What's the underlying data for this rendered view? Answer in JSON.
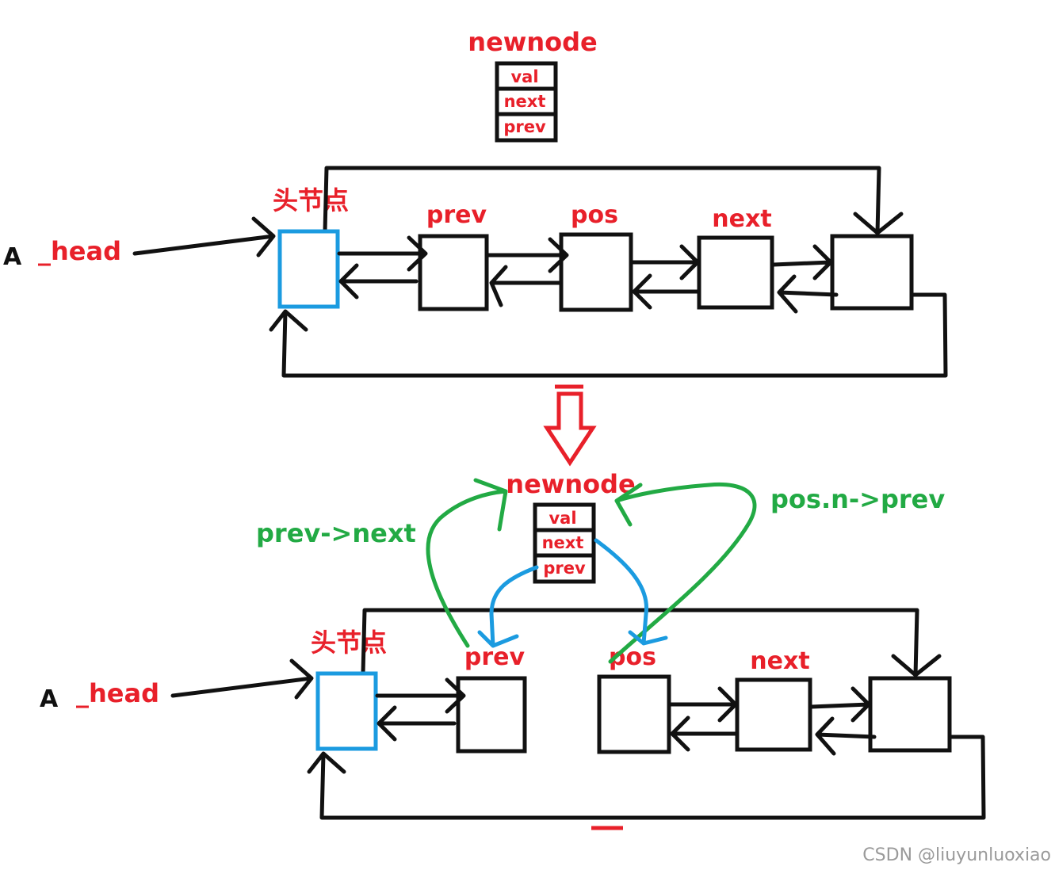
{
  "top": {
    "newnode_title": "newnode",
    "fields": [
      "val",
      "next",
      "prev"
    ],
    "head_node_label": "头节点",
    "node_labels": [
      "prev",
      "pos",
      "next"
    ],
    "pointer_letter": "A",
    "pointer_name": "_head"
  },
  "bottom": {
    "newnode_title": "newnode",
    "fields": [
      "val",
      "next",
      "prev"
    ],
    "head_node_label": "头节点",
    "node_labels": [
      "prev",
      "pos",
      "next"
    ],
    "pointer_letter": "A",
    "pointer_name": "_head",
    "left_annotation": "prev->next",
    "right_annotation": "pos.n->prev"
  },
  "watermark": "CSDN @liuyunluoxiao",
  "colors": {
    "label_red": "#e8202a",
    "annotation_green": "#22aa44",
    "head_box_blue": "#1b9be0",
    "line_black": "#111111"
  }
}
